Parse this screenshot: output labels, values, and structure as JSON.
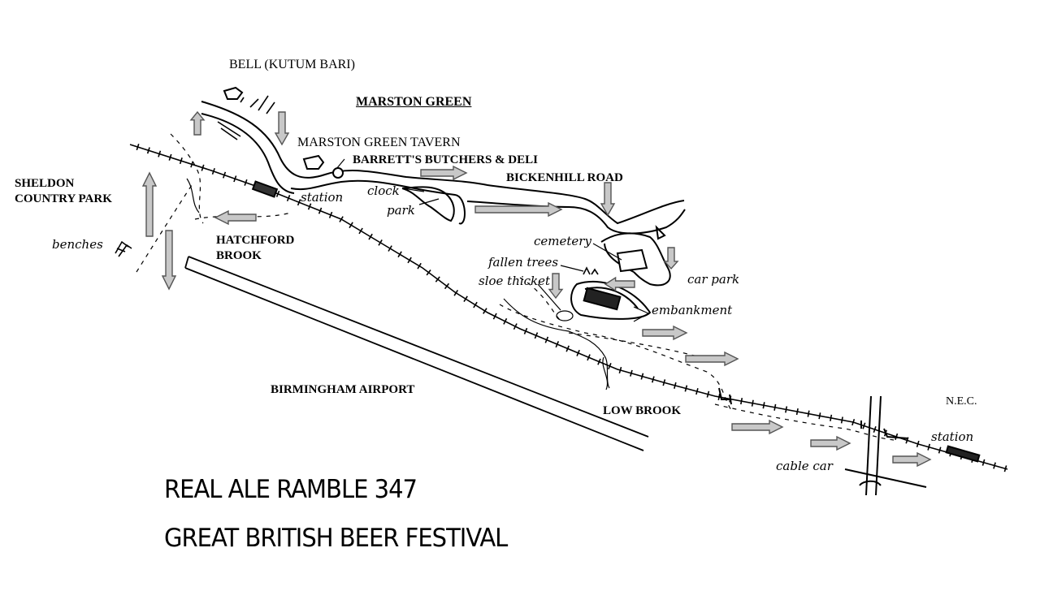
{
  "map": {
    "title": "MARSTON GREEN",
    "labels": {
      "bell": "BELL (KUTUM BARI)",
      "tavern": "MARSTON GREEN TAVERN",
      "butchers": "BARRETT'S BUTCHERS & DELI",
      "bickenhill_road": "BICKENHILL ROAD",
      "sheldon_line1": "SHELDON",
      "sheldon_line2": "COUNTRY PARK",
      "benches": "benches",
      "station_mg": "station",
      "clock": "clock",
      "park": "park",
      "hatchford_line1": "HATCHFORD",
      "hatchford_line2": "BROOK",
      "cemetery": "cemetery",
      "fallen_trees": "fallen trees",
      "sloe_thicket": "sloe thicket",
      "car_park": "car park",
      "embankment": "embankment",
      "birmingham_airport": "BIRMINGHAM AIRPORT",
      "low_brook": "LOW BROOK",
      "nec": "N.E.C.",
      "station_nec": "station",
      "cable_car": "cable car"
    }
  },
  "caption": {
    "line1": "REAL ALE RAMBLE 347",
    "line2": "GREAT BRITISH BEER FESTIVAL"
  },
  "style": {
    "ink": "#000000",
    "arrow_fill": "#c8c8c8",
    "arrow_stroke": "#555555",
    "paper": "#ffffff"
  }
}
